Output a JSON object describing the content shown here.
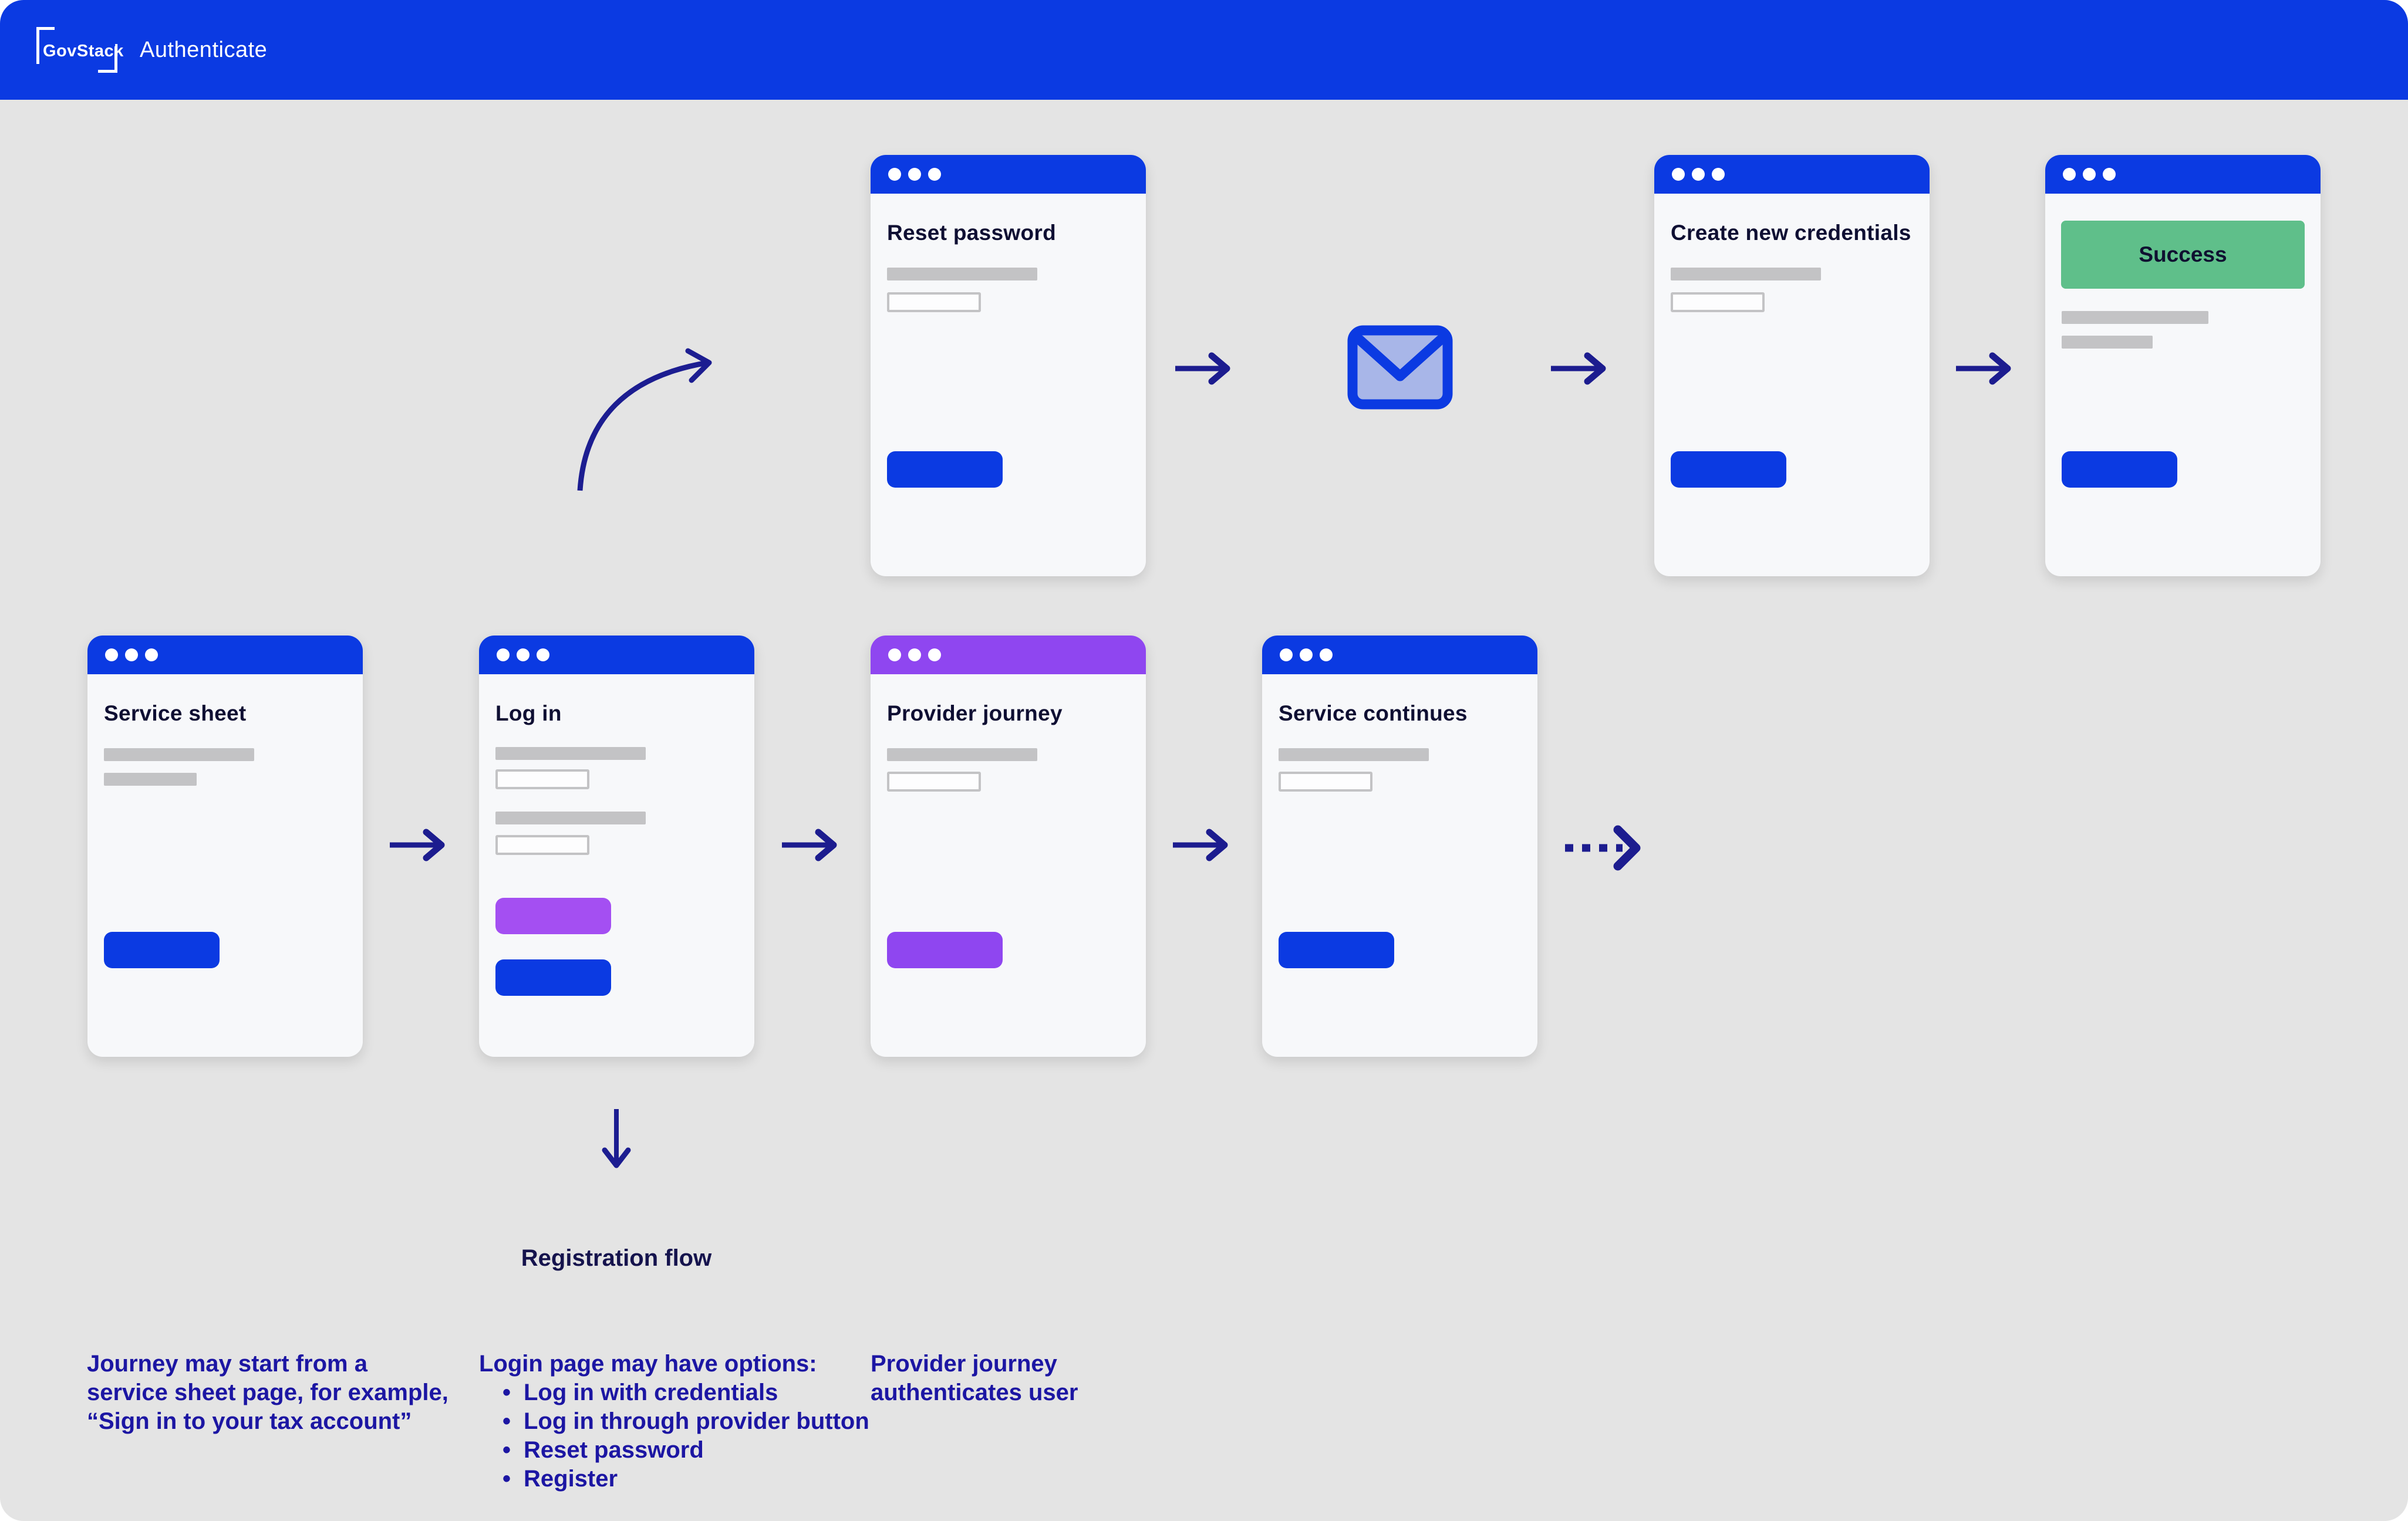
{
  "header": {
    "logo_text": "GovStack",
    "app_title": "Authenticate"
  },
  "colors": {
    "primary_blue": "#0b3ae2",
    "purple": "#8f46f0",
    "purple_light": "#a44ff2",
    "green": "#5fbf8a",
    "card_background": "#f7f8fa",
    "page_background": "#e4e4e4",
    "placeholder_gray": "#c3c3c5",
    "arrow_navy": "#1c1c8f",
    "annotation_blue": "#1c16a3",
    "title_navy": "#0f0f33"
  },
  "cards": {
    "service_sheet": {
      "title": "Service sheet"
    },
    "login": {
      "title": "Log in"
    },
    "provider_journey": {
      "title": "Provider journey"
    },
    "service_continues": {
      "title": "Service continues"
    },
    "reset_password": {
      "title": "Reset password"
    },
    "create_credentials": {
      "title": "Create new credentials"
    },
    "success": {
      "banner_label": "Success"
    }
  },
  "labels": {
    "registration_flow": "Registration flow"
  },
  "annotations": {
    "journey_start": {
      "lines": [
        "Journey may start from a",
        "service sheet page, for example,",
        "“Sign in to your tax account”"
      ]
    },
    "login_options": {
      "intro": "Login page may have options:",
      "bullets": [
        "Log in with credentials",
        "Log in through provider button",
        "Reset password",
        "Register"
      ]
    },
    "provider_auth": {
      "lines": [
        "Provider journey",
        "authenticates user"
      ]
    }
  }
}
